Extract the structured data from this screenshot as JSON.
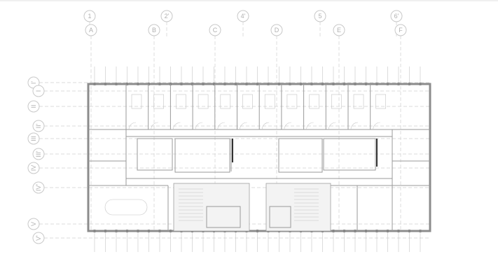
{
  "drawing": {
    "column_axes": [
      {
        "label": "1",
        "row": "top"
      },
      {
        "label": "2'",
        "row": "top"
      },
      {
        "label": "4'",
        "row": "top"
      },
      {
        "label": "5",
        "row": "top"
      },
      {
        "label": "6'",
        "row": "top"
      },
      {
        "label": "A",
        "row": "bottom"
      },
      {
        "label": "B",
        "row": "bottom"
      },
      {
        "label": "C",
        "row": "bottom"
      },
      {
        "label": "D",
        "row": "bottom"
      },
      {
        "label": "E",
        "row": "bottom"
      },
      {
        "label": "F",
        "row": "bottom"
      }
    ],
    "row_axes": [
      "I'",
      "I",
      "II",
      "II'",
      "III",
      "III'",
      "IV",
      "IV'",
      "V",
      "V'"
    ]
  }
}
